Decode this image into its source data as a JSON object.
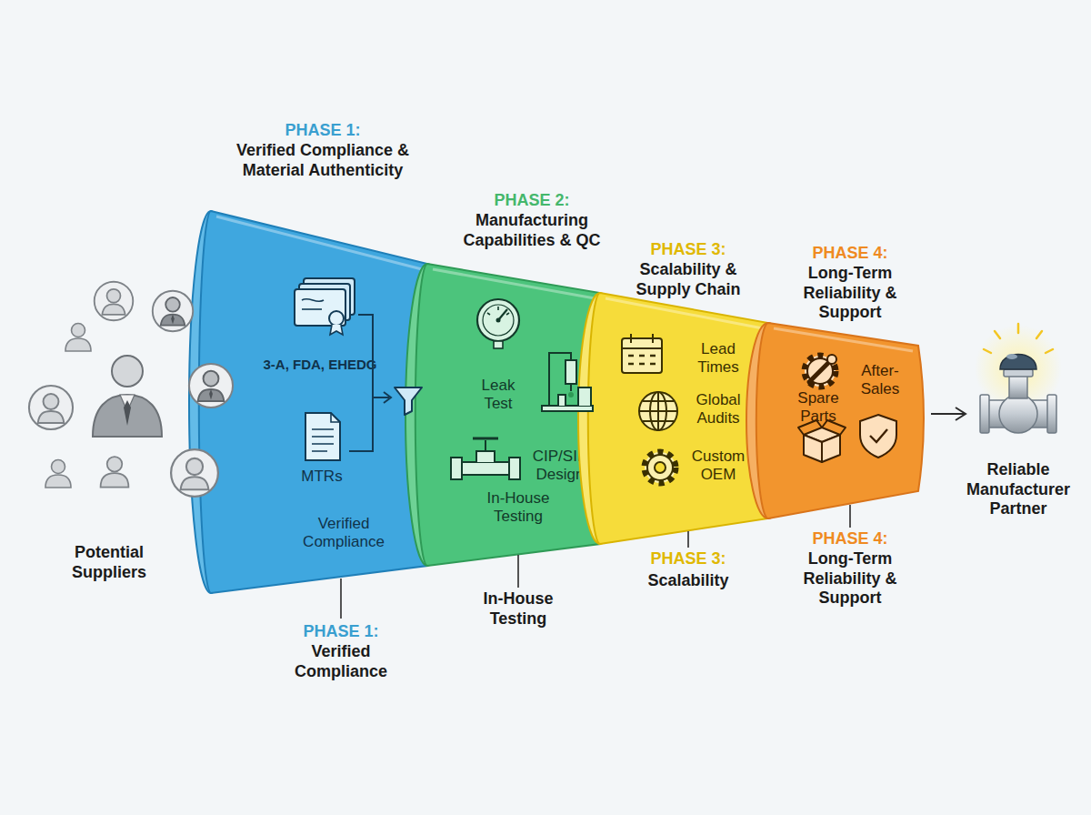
{
  "diagram": {
    "nodes": [
      {
        "text": [
          "PHASE 1:",
          "Verified Compliance & Material Authenticity",
          "3-A, FDA, EHEDG",
          "MTRs",
          "Verified Compliance"
        ]
      },
      {
        "text": [
          "PHASE 2:",
          "Manufacturing Capabilities & QC",
          "Leak Test",
          "CIP/SIP Design",
          "In-House Testing"
        ]
      },
      {
        "text": [
          "PHASE 3:",
          "Scalability & Supply Chain",
          "Lead Times",
          "Global Audits",
          "Custom OEM"
        ]
      },
      {
        "text": [
          "PHASE 4:",
          "Long-Term Reliability & Support",
          "After-Sales",
          "Spare Parts"
        ]
      },
      {
        "text": [
          "Reliable Manufacturer Partner"
        ]
      }
    ],
    "edges": [
      {
        "from": 3,
        "to": 4,
        "arrow": "to"
      }
    ],
    "labels": [
      "Potential Suppliers",
      "PHASE 1:",
      "Verified Compliance",
      "In-House Testing",
      "PHASE 3:",
      "Scalability",
      "PHASE 4:",
      "Long-Term Reliability & Support"
    ]
  }
}
